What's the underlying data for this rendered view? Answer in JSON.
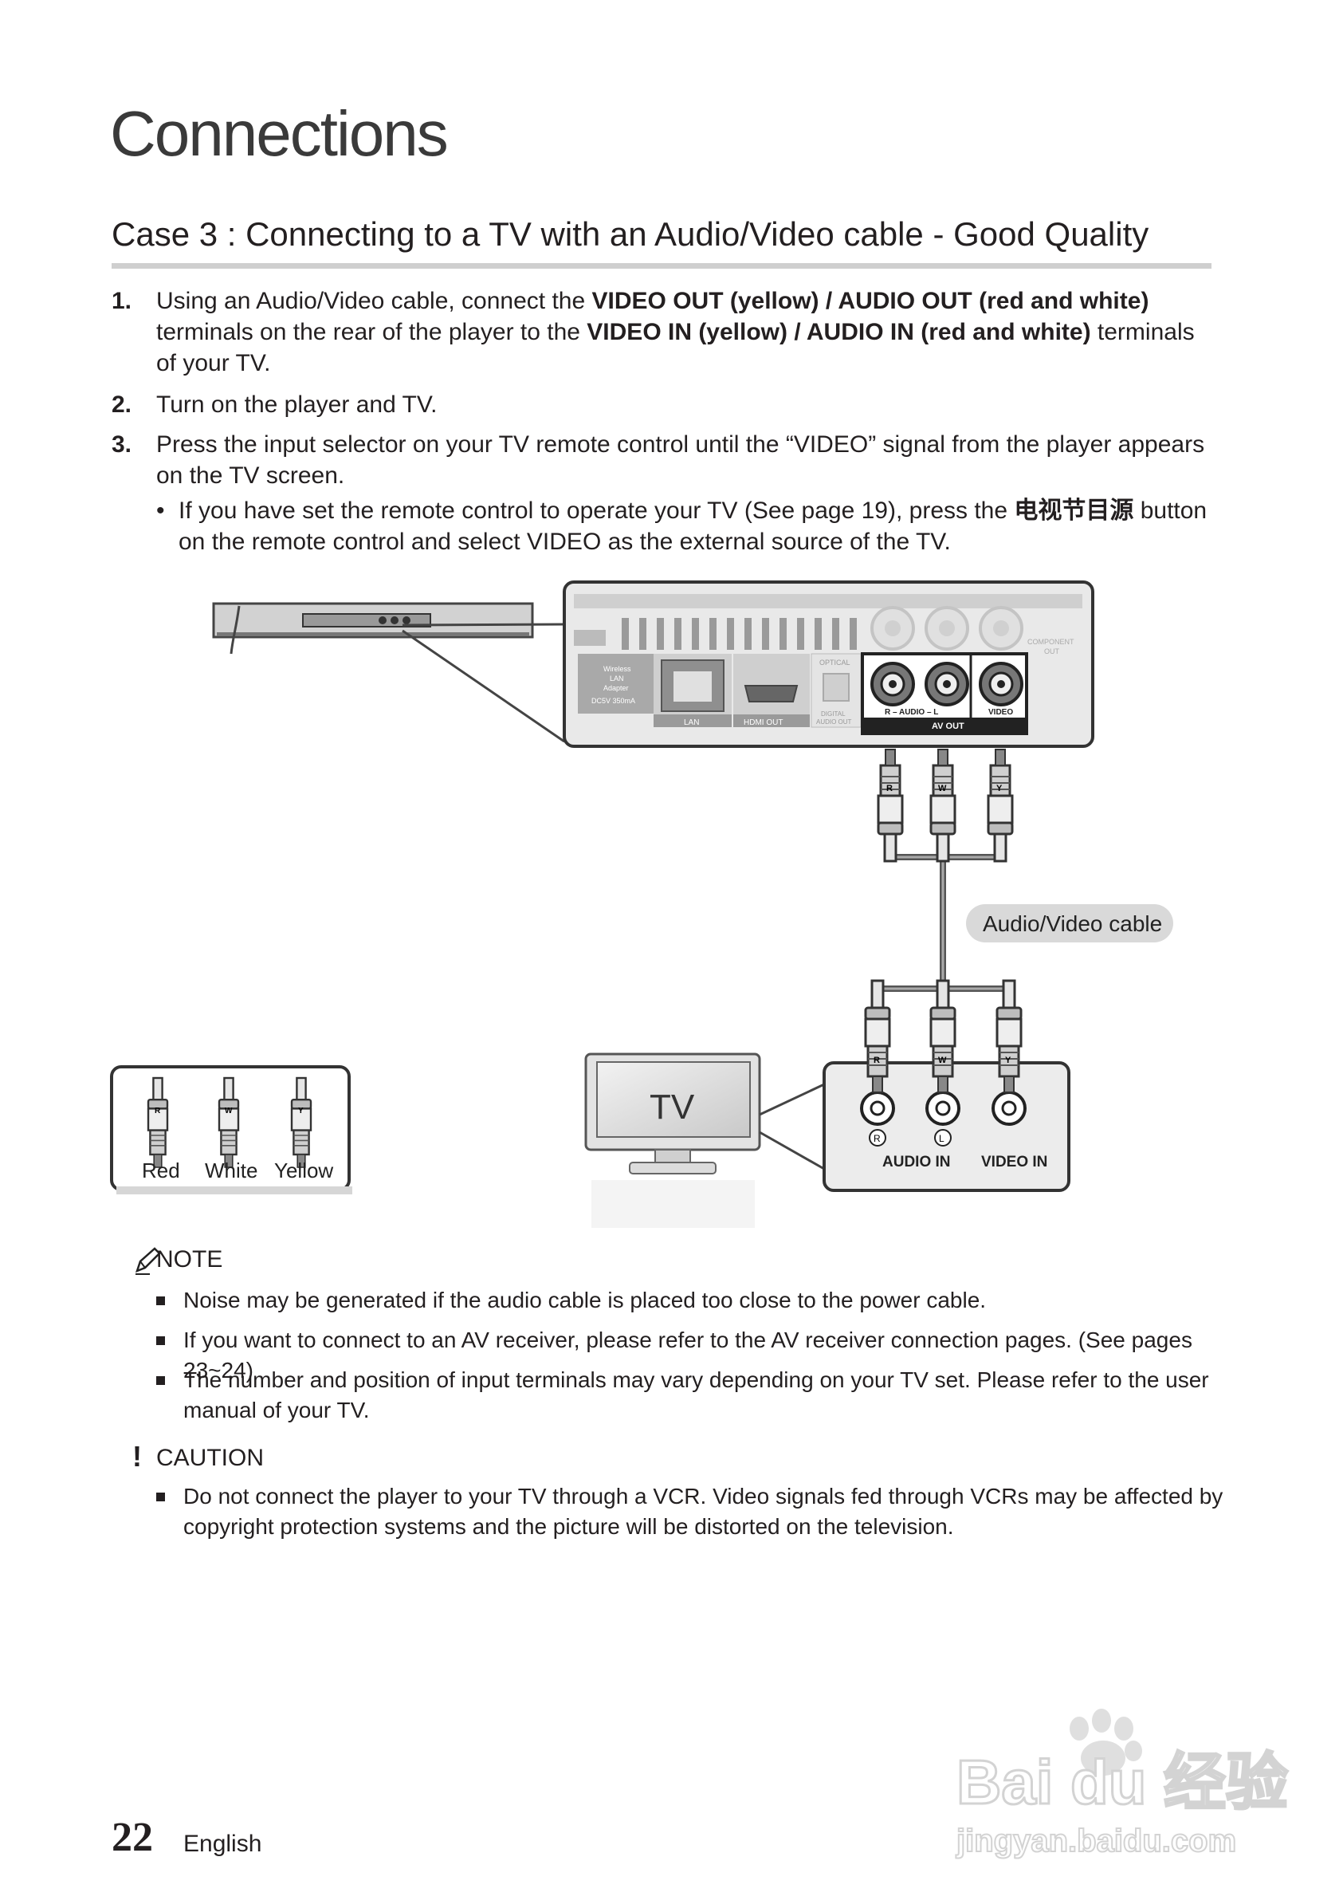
{
  "page": {
    "section_title": "Connections",
    "case_heading": "Case 3 : Connecting to a TV with an Audio/Video cable - Good Quality",
    "steps": [
      {
        "number": "1.",
        "text_a": "Using an Audio/Video cable, connect the ",
        "bold_a": "VIDEO OUT (yellow) / AUDIO OUT (red and white)",
        "text_b": " terminals on the rear of the player to the ",
        "bold_b": "VIDEO IN (yellow) / AUDIO IN (red and white)",
        "text_c": " terminals of your TV."
      },
      {
        "number": "2.",
        "text": "Turn on the player and TV."
      },
      {
        "number": "3.",
        "text": "Press the input selector on your TV remote control until the “VIDEO” signal from the player appears on the TV screen."
      }
    ],
    "sub_bullet": {
      "marker": "•",
      "text_a": "If you have set the remote control to operate your TV (See page 19), press the ",
      "bold": "电视节目源",
      "text_b": " button on the remote control and select VIDEO as the external source of the TV."
    },
    "page_number": "22",
    "language": "English"
  },
  "diagram": {
    "player_panel": {
      "wireless_label": [
        "Wireless",
        "LAN",
        "Adapter",
        "DC5V 350mA"
      ],
      "lan_label": "LAN",
      "hdmi_label": "HDMI OUT",
      "optical_label": "OPTICAL",
      "digital_audio_label": [
        "DIGITAL",
        "AUDIO OUT"
      ],
      "component_label": [
        "COMPONENT",
        "OUT"
      ],
      "audio_label": "R – AUDIO – L",
      "video_label": "VIDEO",
      "av_out_label": "AV OUT"
    },
    "cable_label": "Audio/Video cable",
    "plug_letters": [
      "R",
      "W",
      "Y"
    ],
    "tv_label": "TV",
    "tv_panel": {
      "r_mark": "R",
      "l_mark": "L",
      "audio_in": "AUDIO IN",
      "video_in": "VIDEO IN"
    },
    "legend": [
      "Red",
      "White",
      "Yellow"
    ]
  },
  "notes": {
    "note_heading": "NOTE",
    "note_items": [
      "Noise may be generated if the audio cable is placed too close to the power cable.",
      "If you want to connect to an AV receiver, please refer to the AV receiver connection pages. (See pages 23~24)",
      "The number and position of input terminals may vary depending on your TV set. Please refer to the user manual of your TV."
    ],
    "caution_heading": "CAUTION",
    "caution_items": [
      "Do not connect the player to your TV through a VCR. Video signals fed through VCRs may be affected by copyright protection systems and the picture will be distorted on the television."
    ]
  },
  "watermark": {
    "brand": "Bai du 经验",
    "url": "jingyan.baidu.com"
  }
}
